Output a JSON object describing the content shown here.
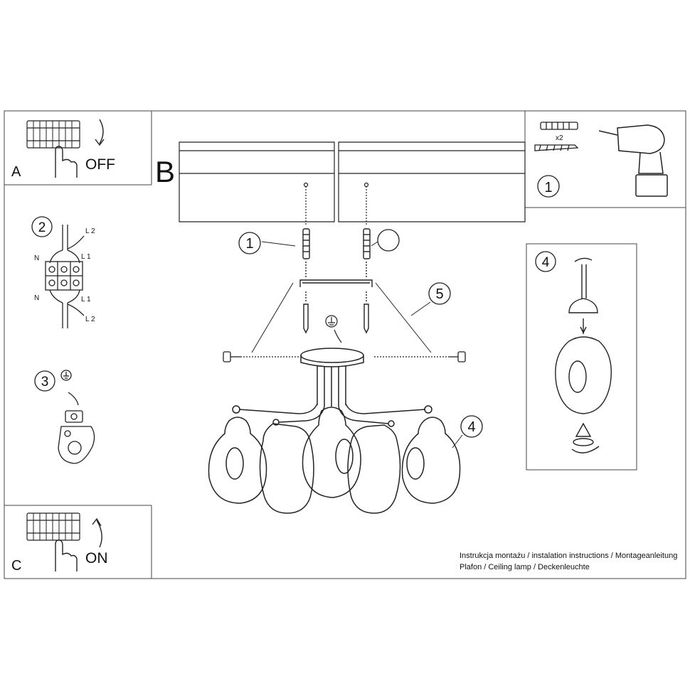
{
  "panel_a": {
    "letter": "A",
    "state": "OFF"
  },
  "panel_b": {
    "letter": "B"
  },
  "panel_c": {
    "letter": "C",
    "state": "ON"
  },
  "tools": {
    "step": "1",
    "quantity": "x2"
  },
  "wiring": {
    "step": "2",
    "labels": [
      "L 2",
      "N",
      "L 1",
      "N",
      "L 1",
      "L 2"
    ]
  },
  "ground": {
    "step": "3"
  },
  "shade_detail": {
    "step": "4"
  },
  "main_callouts": {
    "screws": "1",
    "canopy": "5",
    "shades": "4"
  },
  "footer": {
    "line1": "Instrukcja montażu / instalation instructions / Montageanleitung",
    "line2": "Plafon / Ceiling lamp / Deckenleuchte"
  }
}
